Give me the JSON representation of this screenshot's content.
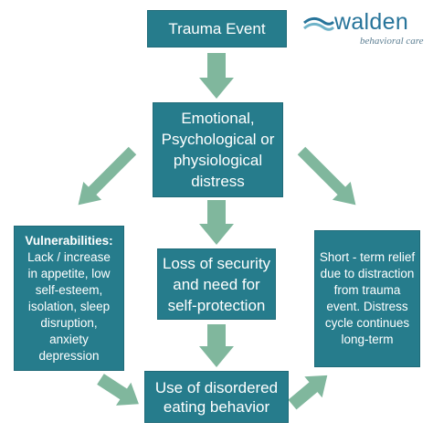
{
  "logo": {
    "name": "walden",
    "tagline": "behavioral care",
    "color": "#27749a"
  },
  "colors": {
    "box_fill": "#267c8c",
    "arrow_fill": "#80b79d",
    "text": "#ffffff"
  },
  "nodes": {
    "trauma": "Trauma Event",
    "distress": "Emotional,\nPsychological or\nphysiological\ndistress",
    "loss": "Loss of security\nand need for\nself-protection",
    "vulnerabilities_title": "Vulnerabilities:",
    "vulnerabilities_body": "Lack / increase\nin appetite, low\nself-esteem,\nisolation, sleep\ndisruption,\nanxiety\ndepression",
    "relief": "Short - term relief\ndue to distraction\nfrom trauma\nevent. Distress\ncycle continues\nlong-term",
    "disordered": "Use of disordered\neating behavior"
  }
}
